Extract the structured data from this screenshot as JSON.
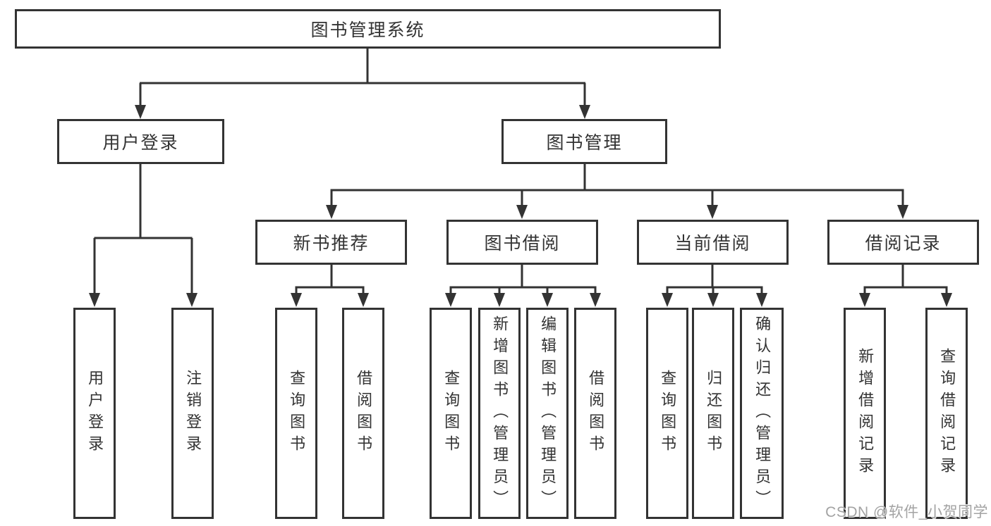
{
  "watermark": "CSDN @软件_小贺同学",
  "colors": {
    "line": "#333333",
    "box_border": "#333333",
    "text": "#333333",
    "background": "#ffffff",
    "watermark": "#a3a3a3"
  },
  "tree": {
    "label": "图书管理系统",
    "children": [
      {
        "label": "用户登录",
        "children": [
          {
            "label": "用户登录"
          },
          {
            "label": "注销登录"
          }
        ]
      },
      {
        "label": "图书管理",
        "children": [
          {
            "label": "新书推荐",
            "children": [
              {
                "label": "查询图书"
              },
              {
                "label": "借阅图书"
              }
            ]
          },
          {
            "label": "图书借阅",
            "children": [
              {
                "label": "查询图书"
              },
              {
                "label": "新增图书（管理员）"
              },
              {
                "label": "编辑图书（管理员）"
              },
              {
                "label": "借阅图书"
              }
            ]
          },
          {
            "label": "当前借阅",
            "children": [
              {
                "label": "查询图书"
              },
              {
                "label": "归还图书"
              },
              {
                "label": "确认归还（管理员）"
              }
            ]
          },
          {
            "label": "借阅记录",
            "children": [
              {
                "label": "新增借阅记录"
              },
              {
                "label": "查询借阅记录"
              }
            ]
          }
        ]
      }
    ]
  }
}
